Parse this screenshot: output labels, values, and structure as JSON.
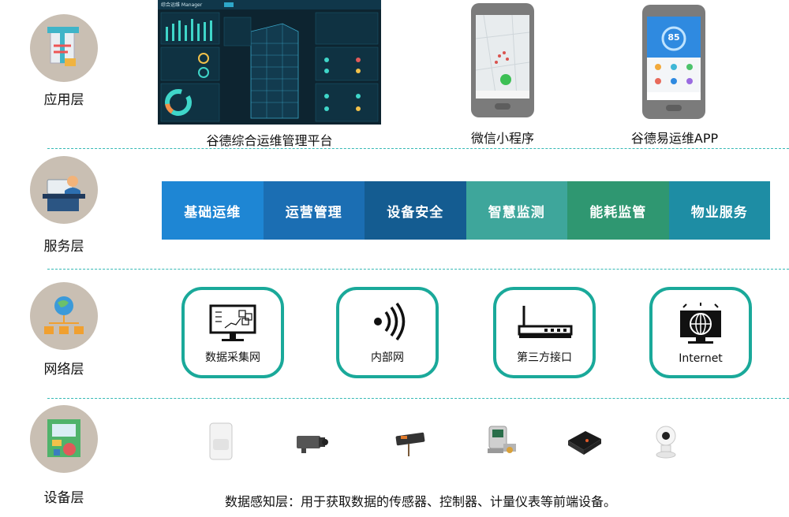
{
  "layers": [
    {
      "label": "应用层",
      "icon": "application-layer-icon"
    },
    {
      "label": "服务层",
      "icon": "service-layer-icon"
    },
    {
      "label": "网络层",
      "icon": "network-layer-icon"
    },
    {
      "label": "设备层",
      "icon": "device-layer-icon"
    }
  ],
  "application": {
    "dashboard_caption": "谷德综合运维管理平台",
    "mini_program_caption": "微信小程序",
    "app_caption": "谷德易运维APP",
    "dashboard_title": "综合运维 Manager",
    "app_score": "85"
  },
  "services": [
    {
      "label": "基础运维",
      "color": "#1e86d4"
    },
    {
      "label": "运营管理",
      "color": "#1b6eb3"
    },
    {
      "label": "设备安全",
      "color": "#145c91"
    },
    {
      "label": "智慧监测",
      "color": "#3ea69b"
    },
    {
      "label": "能耗监管",
      "color": "#2f9771"
    },
    {
      "label": "物业服务",
      "color": "#1e8da4"
    }
  ],
  "network": [
    {
      "label": "数据采集网",
      "icon": "data-collection-monitor-icon"
    },
    {
      "label": "内部网",
      "icon": "wireless-signal-icon"
    },
    {
      "label": "第三方接口",
      "icon": "router-icon"
    },
    {
      "label": "Internet",
      "icon": "globe-monitor-icon"
    }
  ],
  "devices": [
    {
      "icon": "motion-sensor-icon"
    },
    {
      "icon": "camera-icon"
    },
    {
      "icon": "card-reader-icon"
    },
    {
      "icon": "meter-icon"
    },
    {
      "icon": "controller-box-icon"
    },
    {
      "icon": "ip-camera-icon"
    }
  ],
  "device_caption": "数据感知层：用于获取数据的传感器、控制器、计量仪表等前端设备。",
  "colors": {
    "dash": "#35b9b5",
    "card_border": "#1aa99a",
    "layer_icon_bg": "#c9bfb3"
  }
}
